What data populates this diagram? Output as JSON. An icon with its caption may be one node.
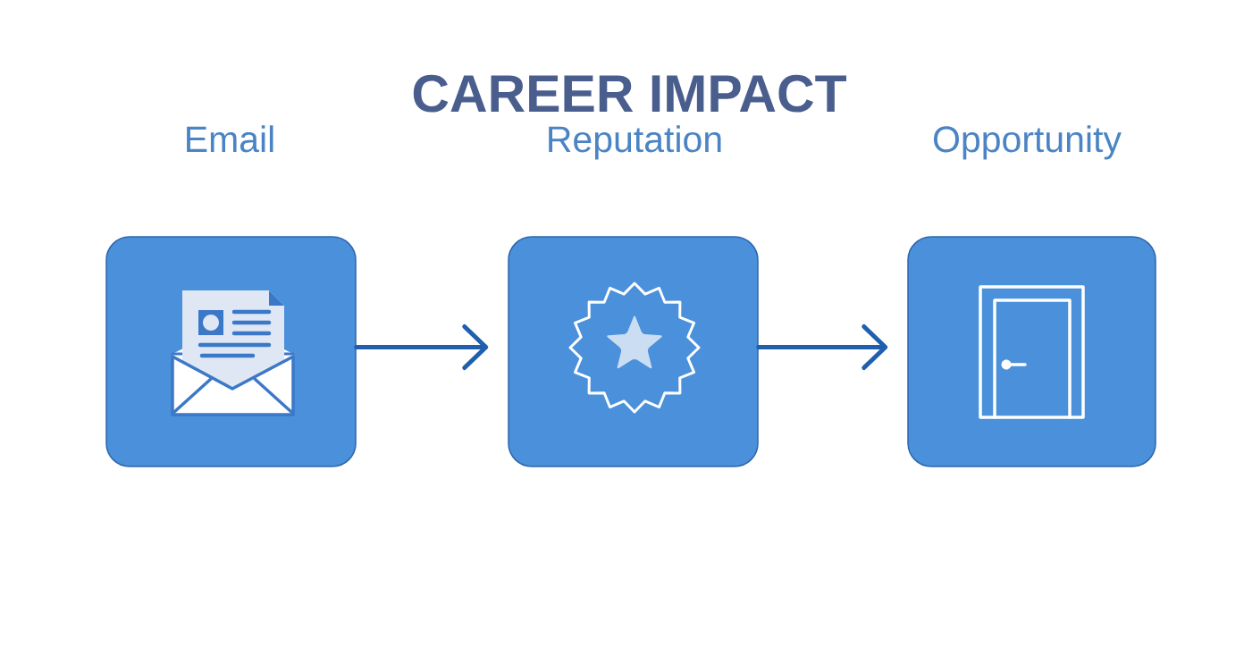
{
  "diagram": {
    "title": "CAREER IMPACT",
    "nodes": [
      {
        "text": [
          "Email"
        ]
      },
      {
        "text": [
          "Reputation"
        ]
      },
      {
        "text": [
          "Opportunity"
        ]
      }
    ],
    "edges": [
      {
        "from": 0,
        "to": 1,
        "arrow": "to"
      },
      {
        "from": 1,
        "to": 2,
        "arrow": "to"
      }
    ]
  }
}
